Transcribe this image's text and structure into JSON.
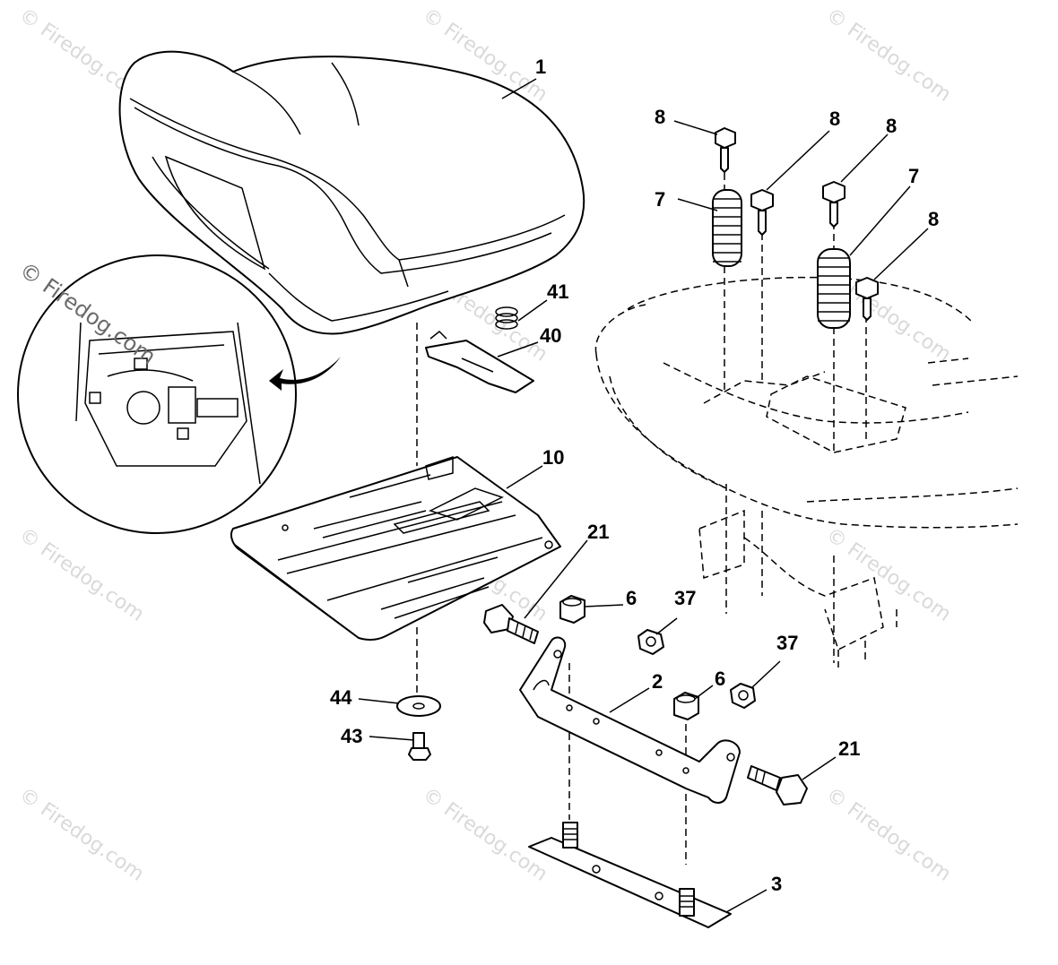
{
  "diagram": {
    "callouts": [
      "1",
      "7",
      "8",
      "8",
      "8",
      "7",
      "8",
      "41",
      "40",
      "10",
      "21",
      "6",
      "37",
      "2",
      "6",
      "37",
      "21",
      "44",
      "43",
      "3"
    ]
  },
  "watermark": {
    "text": "© Firedog.com",
    "inset_text": "© Firedog.com"
  }
}
